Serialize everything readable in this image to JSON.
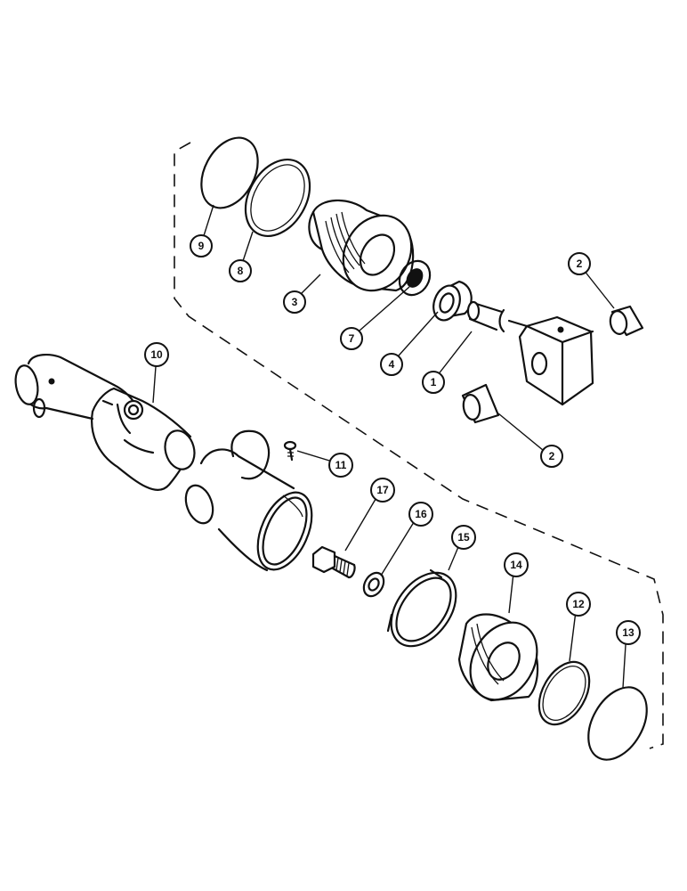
{
  "callouts": [
    {
      "id": "c9",
      "label": "9"
    },
    {
      "id": "c8",
      "label": "8"
    },
    {
      "id": "c3",
      "label": "3"
    },
    {
      "id": "c7",
      "label": "7"
    },
    {
      "id": "c4",
      "label": "4"
    },
    {
      "id": "c1",
      "label": "1"
    },
    {
      "id": "c2a",
      "label": "2"
    },
    {
      "id": "c2b",
      "label": "2"
    },
    {
      "id": "c10",
      "label": "10"
    },
    {
      "id": "c11",
      "label": "11"
    },
    {
      "id": "c17",
      "label": "17"
    },
    {
      "id": "c16",
      "label": "16"
    },
    {
      "id": "c15",
      "label": "15"
    },
    {
      "id": "c14",
      "label": "14"
    },
    {
      "id": "c12",
      "label": "12"
    },
    {
      "id": "c13",
      "label": "13"
    }
  ]
}
